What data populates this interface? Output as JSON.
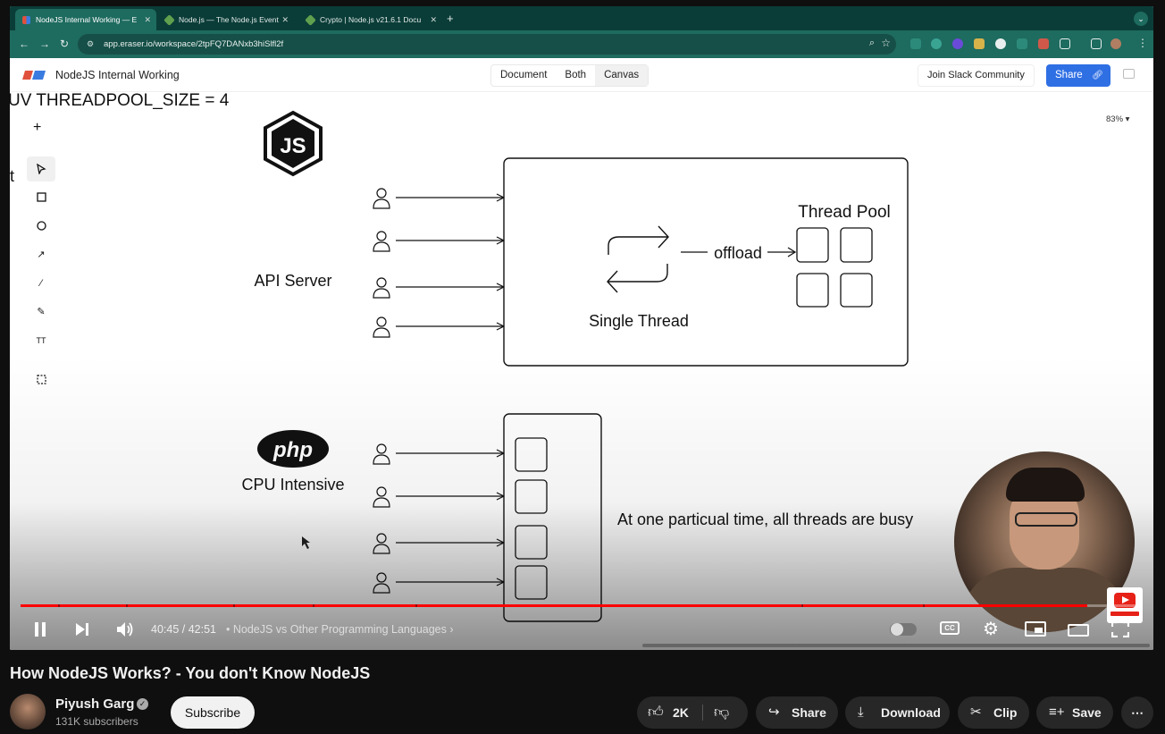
{
  "browser": {
    "tabs": [
      {
        "label": "NodeJS Internal Working — E",
        "close": "✕"
      },
      {
        "label": "Node.js — The Node.js Event",
        "close": "✕"
      },
      {
        "label": "Crypto | Node.js v21.6.1 Docu",
        "close": "✕"
      }
    ],
    "new_tab": "+",
    "url": "app.eraser.io/workspace/2tpFQ7DANxb3hiSlfl2f"
  },
  "app": {
    "doc_title": "NodeJS Internal Working",
    "views": [
      "Document",
      "Both",
      "Canvas"
    ],
    "selected_view": "Canvas",
    "join_slack": "Join Slack Community",
    "share": "Share",
    "zoom": "83%"
  },
  "canvas": {
    "env_text": "UV  THREADPOOL_SIZE = 4",
    "side_text": "t",
    "tools": [
      "select-tool",
      "rectangle-tool",
      "ellipse-tool",
      "arrow-tool",
      "line-tool",
      "pen-tool",
      "text-tool",
      "frame-tool"
    ],
    "text_tool_label": "TT",
    "node": {
      "logo_text": "JS",
      "label": "API Server",
      "thread_label": "Single Thread",
      "offload_label": "offload",
      "pool_label": "Thread Pool"
    },
    "php": {
      "logo_text": "php",
      "label": "CPU Intensive",
      "busy_note": "At one particual time, all threads are busy"
    }
  },
  "player": {
    "current_time": "40:45",
    "duration": "42:51",
    "time_sep": " / ",
    "chapter": "NodeJS vs Other Programming Languages",
    "progress": 0.951,
    "cc": "CC"
  },
  "video": {
    "title": "How NodeJS Works? - You don't Know NodeJS",
    "channel": "Piyush Garg",
    "subscribers": "131K subscribers",
    "subscribe": "Subscribe",
    "likes": "2K",
    "share": "Share",
    "download": "Download",
    "clip": "Clip",
    "save": "Save"
  },
  "colors": {
    "progress": "#ff0000",
    "share_button": "#2f6fe4",
    "browser_frame": "#1e6b5f"
  }
}
